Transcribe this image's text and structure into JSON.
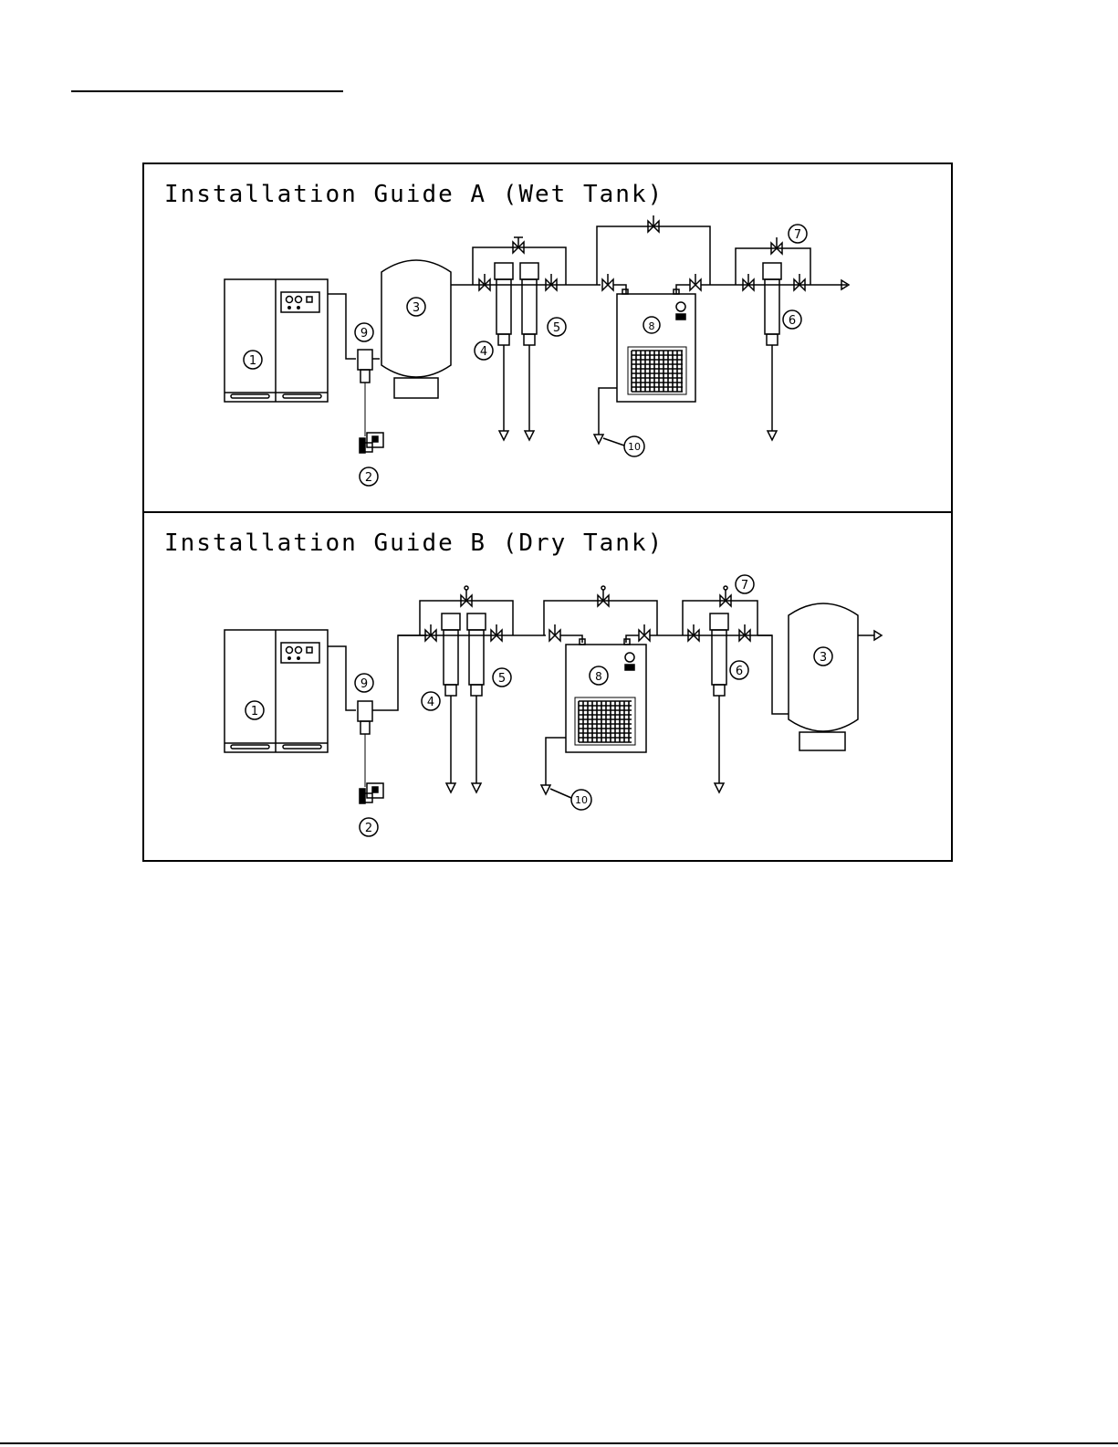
{
  "guide_a": {
    "title": "Installation Guide A (Wet Tank)",
    "callouts": {
      "c1": "1",
      "c2": "2",
      "c3": "3",
      "c4": "4",
      "c5": "5",
      "c6": "6",
      "c7": "7",
      "c8": "8",
      "c9": "9",
      "c10": "10"
    }
  },
  "guide_b": {
    "title": "Installation Guide B (Dry Tank)",
    "callouts": {
      "c1": "1",
      "c2": "2",
      "c3": "3",
      "c4": "4",
      "c5": "5",
      "c6": "6",
      "c7": "7",
      "c8": "8",
      "c9": "9",
      "c10": "10"
    }
  }
}
